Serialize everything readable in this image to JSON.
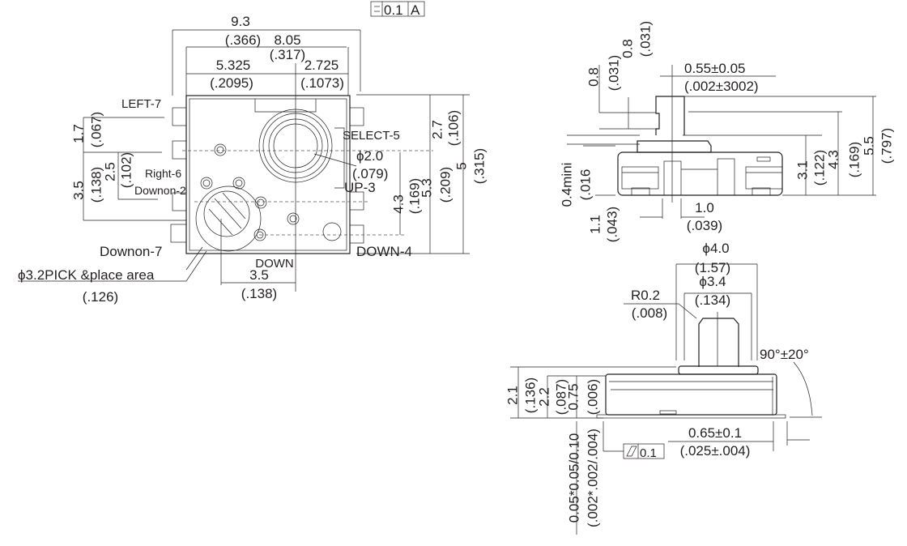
{
  "top_view": {
    "dim_width_total": "9.3",
    "dim_width_total_in": "(.366)",
    "dim_width_inner": "8.05",
    "dim_width_inner_in": "(.317)",
    "dim_left": "5.325",
    "dim_left_in": "(.2095)",
    "dim_right": "2.725",
    "dim_right_in": "(.1073)",
    "tolerance_frame": {
      "value": "0.1",
      "datum": "A"
    },
    "label_left7": "LEFT-7",
    "dim_1_7": "1.7",
    "dim_1_7_in": "(.067)",
    "dim_3_5": "3.5",
    "dim_3_5_in": "(.138)",
    "dim_2_5": "2.5",
    "dim_2_5_in": "(.102)",
    "label_right6": "Right-6",
    "label_downon2": "Downon-2",
    "label_downon7": "Downon-7",
    "label_pick": "ϕ3.2PICK &place area",
    "label_pick_in": "(.126)",
    "label_down": "DOWN",
    "dim_bottom": "3.5",
    "dim_bottom_in": "(.138)",
    "label_select5": "SELECT-5",
    "dim_2_7": "2.7",
    "dim_2_7_in": "(.106)",
    "dim_phi2": "ϕ2.0",
    "dim_phi2_in": "(.079)",
    "label_up3": "UP-3",
    "dim_4_3": "4.3",
    "dim_4_3_in": "(.169)",
    "dim_5_3": "5.3",
    "dim_5_3_in": "(.209)",
    "dim_5": "5",
    "dim_5_in": "(.315)",
    "label_down4": "DOWN-4"
  },
  "side_view": {
    "dim_0_8a": "0.8",
    "dim_0_8a_in": "(.031)",
    "dim_0_8b": "0.8",
    "dim_0_8b_in": "(.031)",
    "dim_055": "0.55±0.05",
    "dim_055_in": "(.002±3002)",
    "dim_04": "0.4mini",
    "dim_04_in": "(.016",
    "dim_11": "1.1",
    "dim_11_in": "(.043)",
    "dim_10": "1.0",
    "dim_10_in": "(.039)",
    "dim_31": "3.1",
    "dim_31_in": "(.122)",
    "dim_43": "4.3",
    "dim_43_in": "(.169)",
    "dim_55": "5.5",
    "dim_55_in": "(.797)"
  },
  "front_view": {
    "dim_phi4": "ϕ4.0",
    "dim_phi4_in": "(1.57)",
    "dim_phi34": "ϕ3.4",
    "dim_phi34_in": "(.134)",
    "dim_r02": "R0.2",
    "dim_r02_in": "(.008)",
    "dim_angle": "90°±20°",
    "dim_21": "2.1",
    "dim_21_in": "(.136)",
    "dim_22": "2.2",
    "dim_22_in": "(.087)",
    "dim_075": "0.75",
    "dim_075_in": "(.006)",
    "dim_005": "0.05*0.05/0.10",
    "dim_005_in": "(.002*.002/.004)",
    "dim_065": "0.65±0.1",
    "dim_065_in": "(.025±.004)",
    "flatness_value": "0.1"
  }
}
